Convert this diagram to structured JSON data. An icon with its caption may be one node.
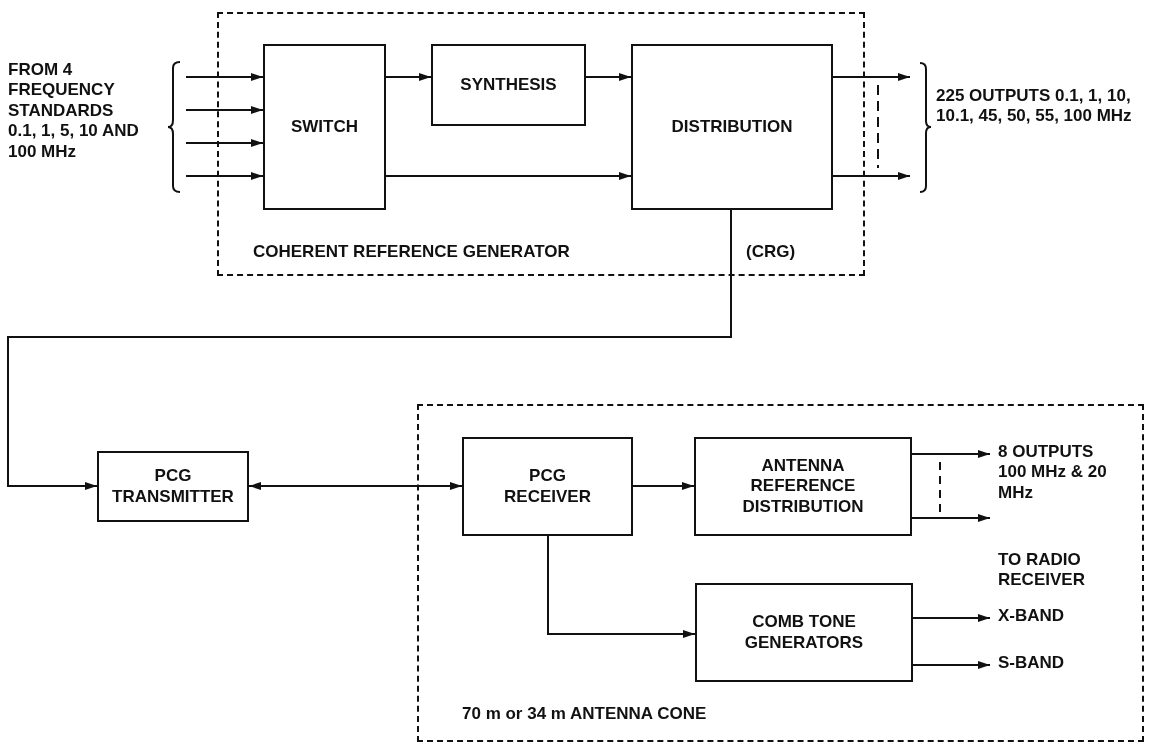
{
  "diagram": {
    "nodes": [
      {
        "text": [
          "FROM 4 FREQUENCY STANDARDS 0.1, 1, 5, 10 AND 100 MHz"
        ]
      },
      {
        "text": [
          "COHERENT REFERENCE GENERATOR",
          "(CRG)"
        ]
      },
      {
        "text": [
          "SWITCH"
        ],
        "in": 1
      },
      {
        "text": [
          "SYNTHESIS"
        ],
        "in": 1
      },
      {
        "text": [
          "DISTRIBUTION"
        ],
        "in": 1
      },
      {
        "text": [
          "225 OUTPUTS 0.1, 1, 10, 10.1, 45, 50, 55, 100 MHz"
        ]
      },
      {
        "text": [
          "PCG TRANSMITTER"
        ]
      },
      {
        "text": [
          "70 m or 34 m ANTENNA CONE"
        ]
      },
      {
        "text": [
          "PCG RECEIVER"
        ],
        "in": 7
      },
      {
        "text": [
          "ANTENNA REFERENCE DISTRIBUTION"
        ],
        "in": 7
      },
      {
        "text": [
          "8 OUTPUTS 100 MHz & 20 MHz"
        ],
        "in": 7
      },
      {
        "text": [
          "COMB TONE GENERATORS"
        ],
        "in": 7
      },
      {
        "text": [
          "X-BAND"
        ],
        "in": 7
      },
      {
        "text": [
          "S-BAND"
        ],
        "in": 7
      }
    ],
    "edges": [
      {
        "from": 0,
        "to": 2,
        "arrow": "to"
      },
      {
        "from": 0,
        "to": 2,
        "arrow": "to"
      },
      {
        "from": 0,
        "to": 2,
        "arrow": "to"
      },
      {
        "from": 0,
        "to": 2,
        "arrow": "to"
      },
      {
        "from": 2,
        "to": 3,
        "arrow": "to"
      },
      {
        "from": 2,
        "to": 4,
        "arrow": "to"
      },
      {
        "from": 3,
        "to": 4,
        "arrow": "to"
      },
      {
        "from": 4,
        "to": 5,
        "arrow": "to"
      },
      {
        "from": 4,
        "to": 5,
        "arrow": "to"
      },
      {
        "from": 4,
        "to": 6,
        "arrow": "to"
      },
      {
        "from": 6,
        "to": 8,
        "arrow": "both"
      },
      {
        "from": 8,
        "to": 9,
        "arrow": "to"
      },
      {
        "from": 8,
        "to": 11,
        "arrow": "to"
      },
      {
        "from": 9,
        "to": 10,
        "arrow": "to"
      },
      {
        "from": 9,
        "to": 10,
        "arrow": "to"
      },
      {
        "from": 11,
        "to": 12,
        "arrow": "to"
      },
      {
        "from": 11,
        "to": 13,
        "arrow": "to"
      }
    ],
    "labels": [
      "TO RADIO RECEIVER"
    ]
  }
}
